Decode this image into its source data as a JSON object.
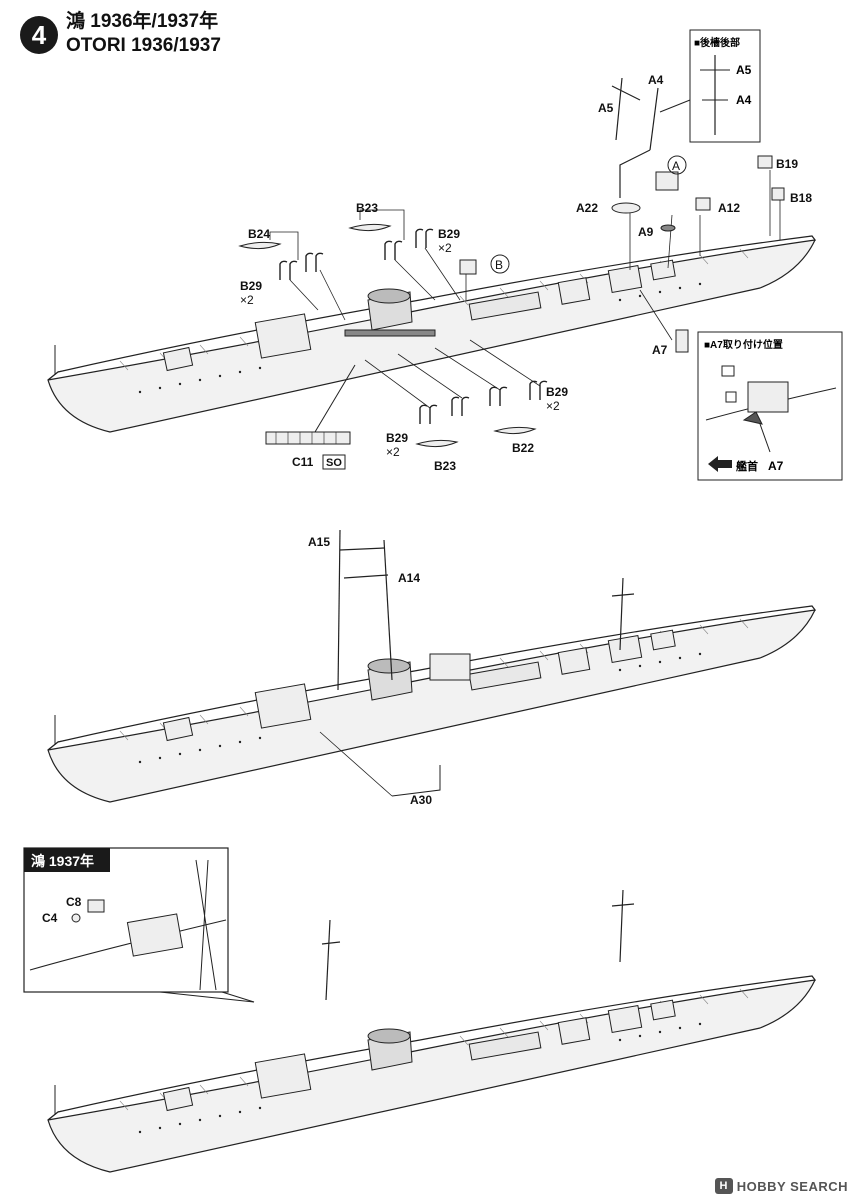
{
  "step": {
    "number": "4",
    "title_jp": "鴻 1936年/1937年",
    "title_en": "OTORI 1936/1937"
  },
  "inset_bridge": {
    "title": "■後檣後部",
    "labels": [
      "A5",
      "A4"
    ]
  },
  "inset_a7": {
    "title": "■A7取り付け位置",
    "bow_label": "艦首",
    "part_label": "A7"
  },
  "inset_1937": {
    "title": "鴻 1937年",
    "labels": [
      "C8",
      "C4"
    ]
  },
  "stage1_labels": {
    "a5": "A5",
    "a4": "A4",
    "a22": "A22",
    "circle_a": "A",
    "a9": "A9",
    "a12": "A12",
    "b19": "B19",
    "b18": "B18",
    "b23_top": "B23",
    "b29_top": "B29",
    "x2_top": "×2",
    "b24": "B24",
    "b29_left": "B29",
    "x2_left": "×2",
    "circle_b": "B",
    "a7": "A7",
    "b29_right": "B29",
    "x2_right": "×2",
    "b22": "B22",
    "b29_bottom": "B29",
    "x2_bottom": "×2",
    "b23_bottom": "B23",
    "c11": "C11",
    "so": "SO"
  },
  "stage2_labels": {
    "a15": "A15",
    "a14": "A14",
    "a30": "A30"
  },
  "brand": {
    "logo": "H",
    "name": "HOBBY SEARCH"
  }
}
